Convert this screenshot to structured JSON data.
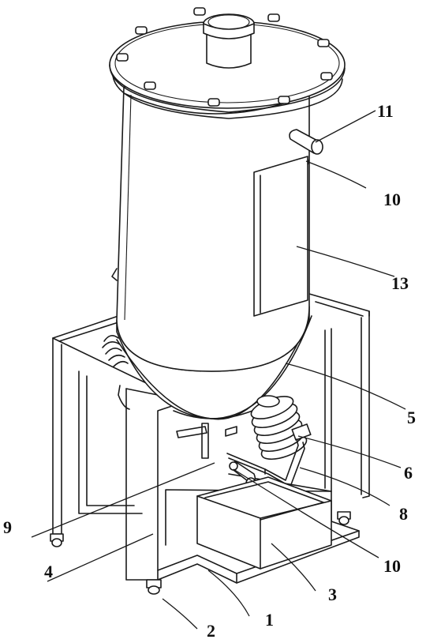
{
  "callouts": {
    "c11": "11",
    "c10_top": "10",
    "c13": "13",
    "c5": "5",
    "c6": "6",
    "c8": "8",
    "c9": "9",
    "c10_bottom": "10",
    "c4": "4",
    "c3": "3",
    "c1": "1",
    "c2": "2"
  },
  "colors": {
    "line": "#1a1a1a",
    "background": "#ffffff"
  }
}
